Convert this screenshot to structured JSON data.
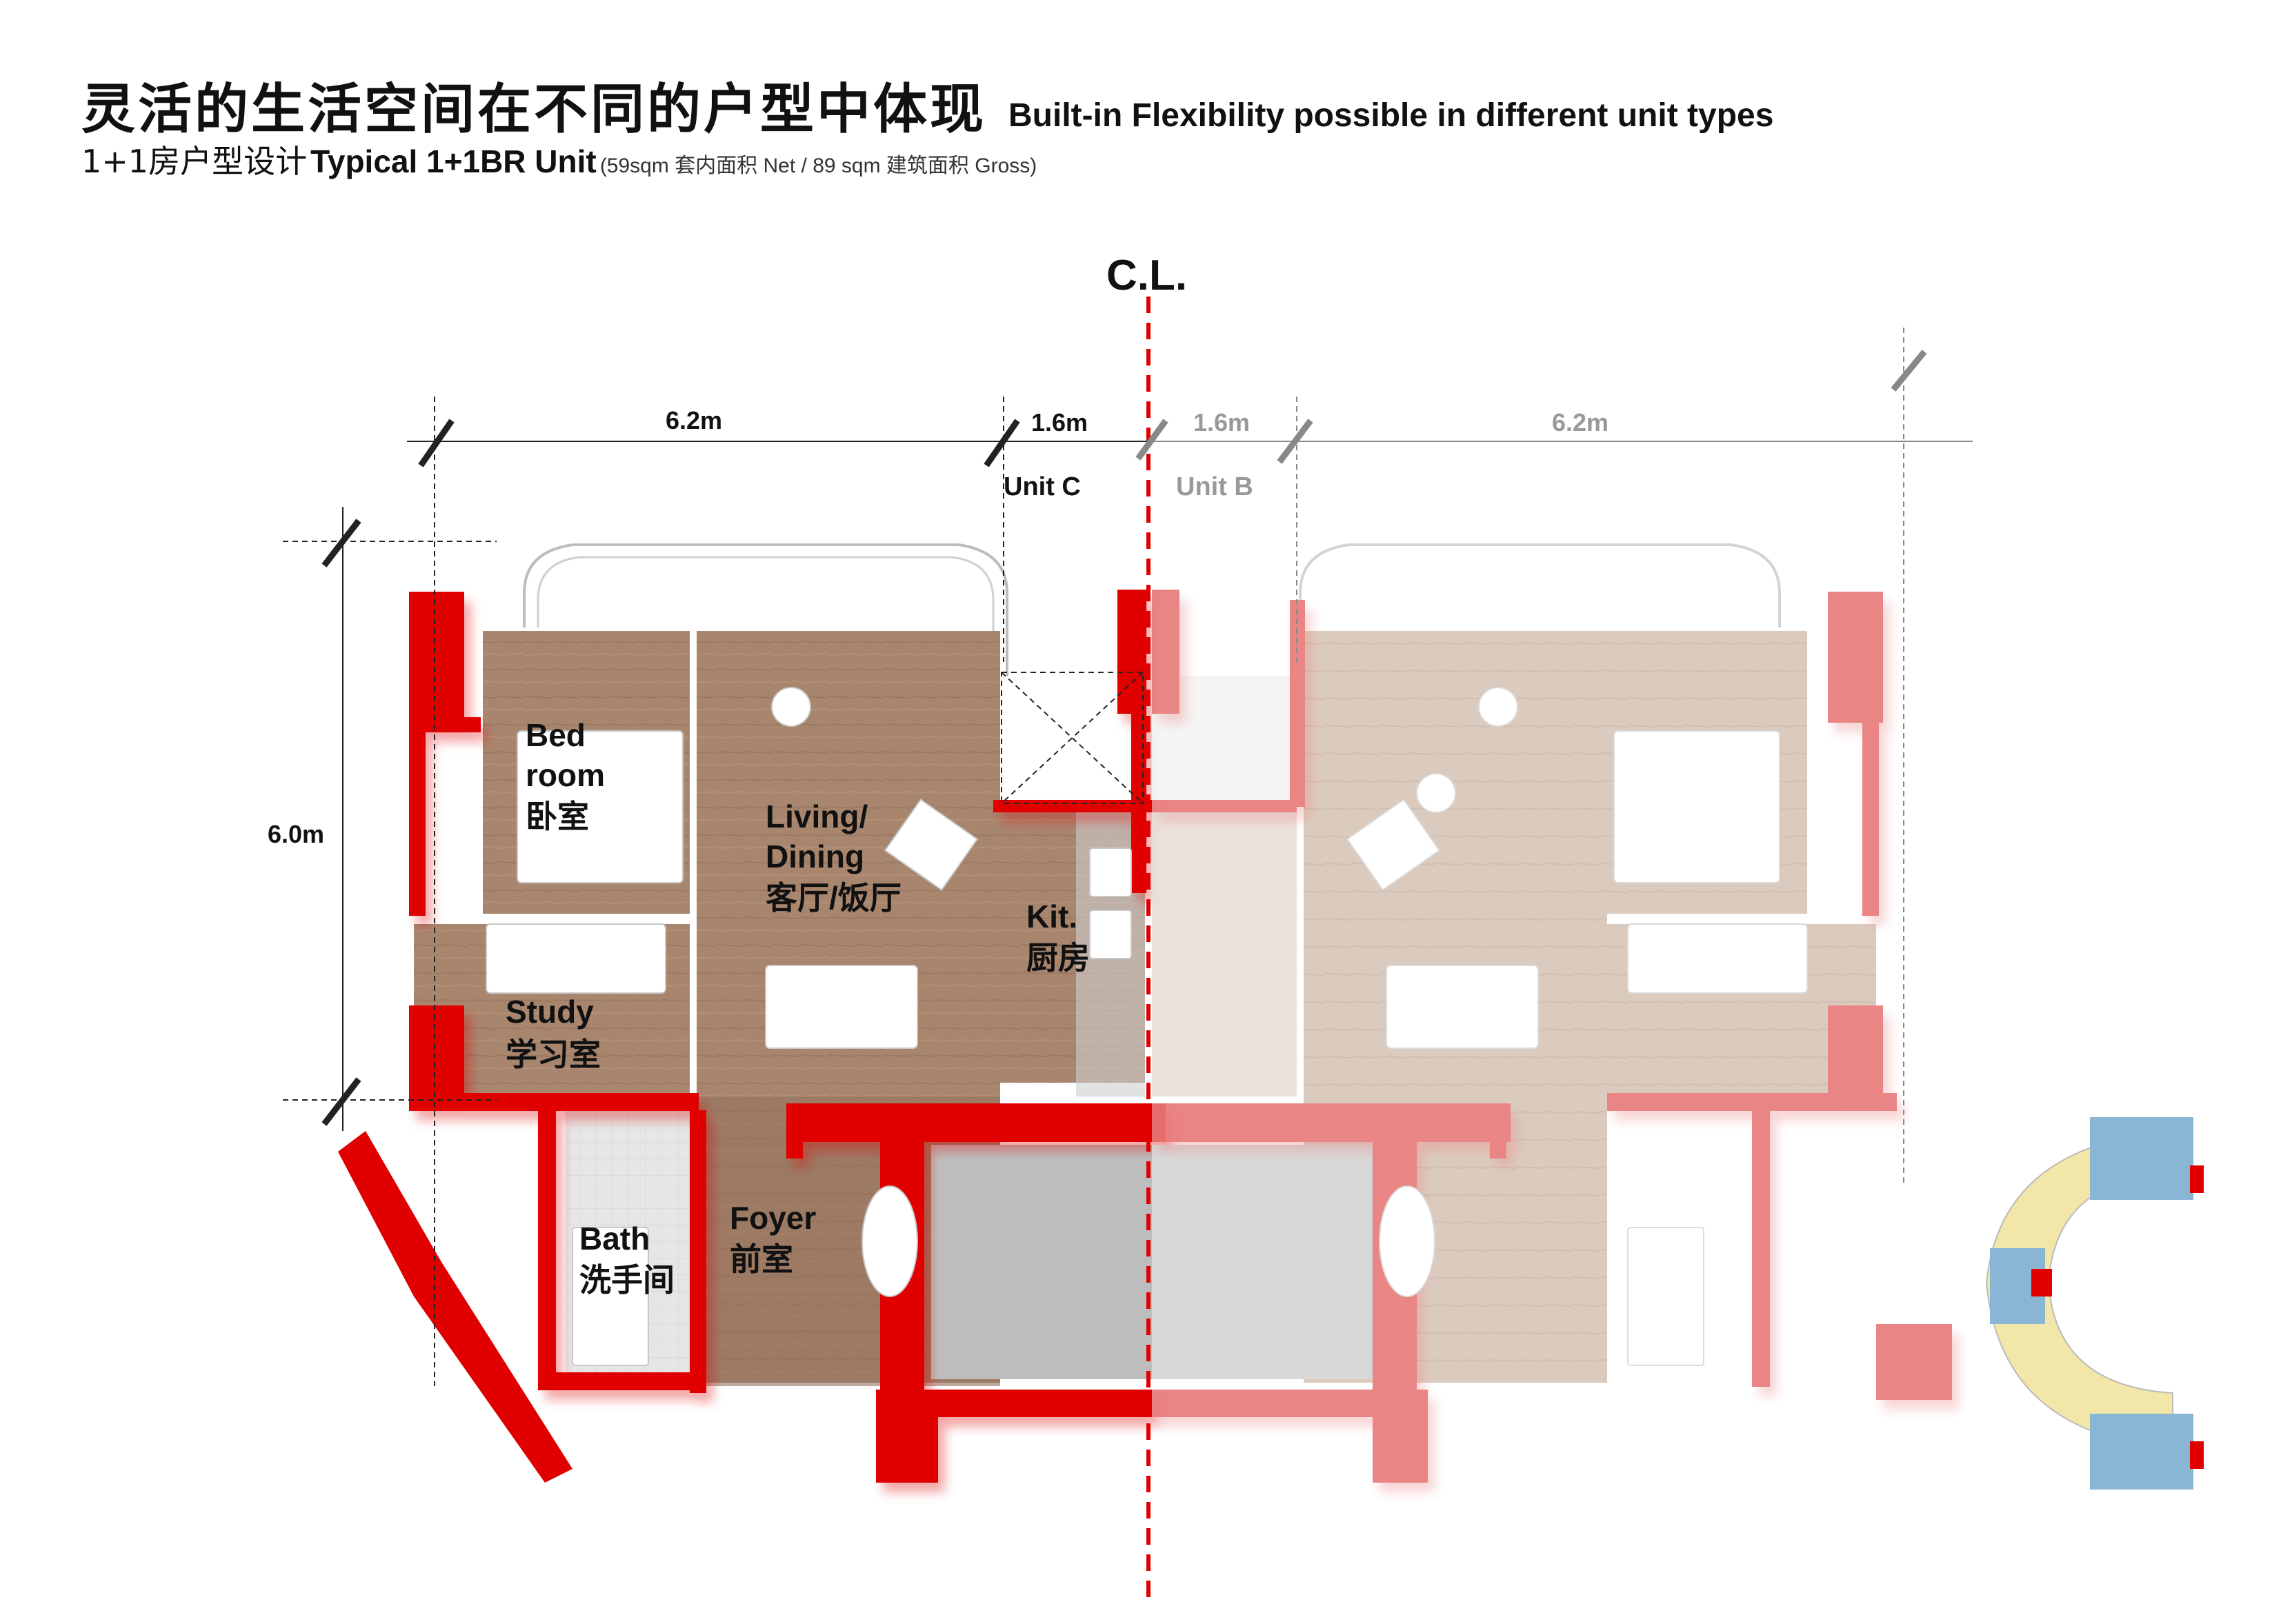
{
  "header": {
    "title_zh": "灵活的生活空间在不同的户型中体现",
    "title_en": "Built-in Flexibility possible in different unit types",
    "subtitle_zh": "1+1房户型设计",
    "subtitle_en": "Typical 1+1BR Unit",
    "subtitle_note": "(59sqm 套内面积 Net / 89 sqm 建筑面积 Gross)"
  },
  "plan": {
    "centerline_label": "C.L.",
    "dimensions": {
      "width_unit_c": "6.2m",
      "corridor_c": "1.6m",
      "corridor_b": "1.6m",
      "width_unit_b": "6.2m",
      "depth": "6.0m"
    },
    "units": {
      "left": "Unit C",
      "right": "Unit B"
    },
    "rooms": {
      "bedroom": [
        "Bed",
        "room",
        "卧室"
      ],
      "living": [
        "Living/",
        "Dining",
        "客厅/饭厅"
      ],
      "kitchen": [
        "Kit.",
        "厨房"
      ],
      "study": [
        "Study",
        "学习室"
      ],
      "foyer": [
        "Foyer",
        "前室"
      ],
      "bath": [
        "Bath",
        "洗手间"
      ]
    }
  },
  "colors": {
    "wall": "#e00000",
    "wall_faded": "#e87878",
    "wood": "#a8866e",
    "wood_faded": "#d8c6b8",
    "core": "#bdbdbd",
    "accent_grey": "#999999"
  }
}
